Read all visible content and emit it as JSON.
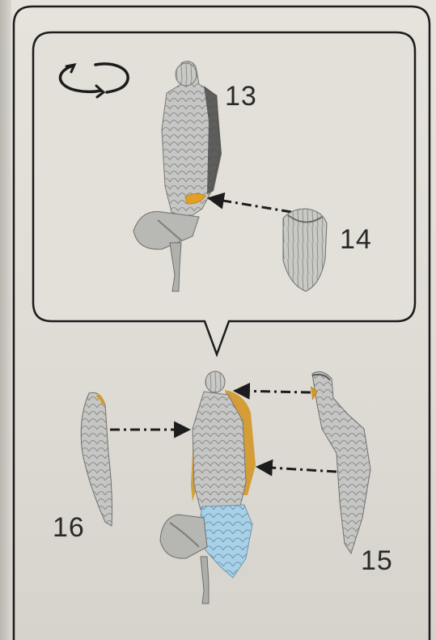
{
  "step_labels": {
    "part_13": "13",
    "part_14": "14",
    "part_15": "15",
    "part_16": "16"
  },
  "icons": {
    "rotate": "rotate-model-icon"
  },
  "colors": {
    "ink": "#1c1c1c",
    "glue": "#d89a2a",
    "highlight_part": "#9fc8df",
    "model_grey": "#bdbdbd"
  }
}
